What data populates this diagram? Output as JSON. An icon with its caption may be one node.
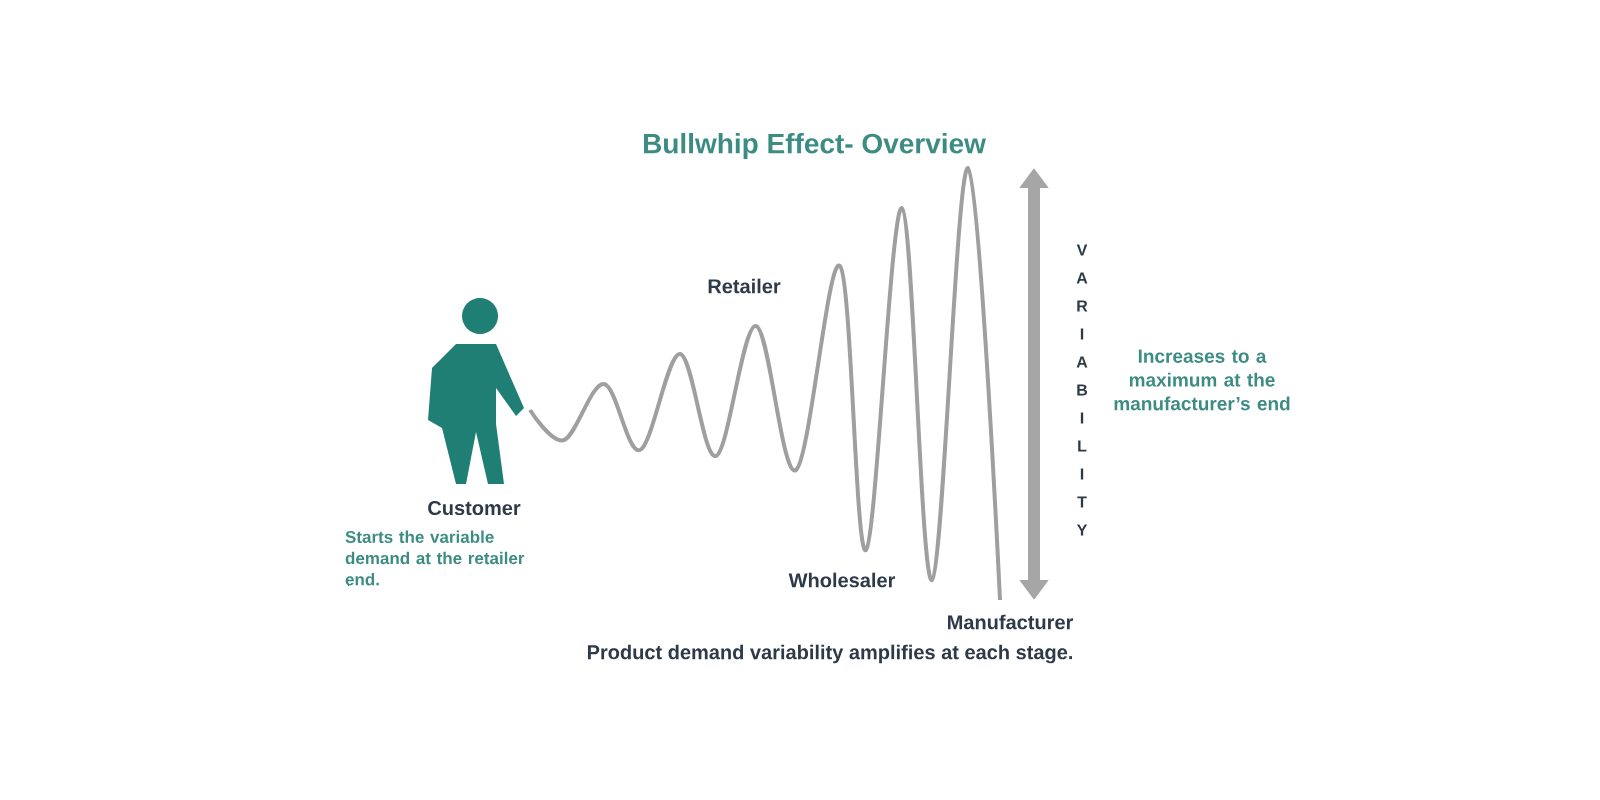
{
  "diagram": {
    "title": "Bullwhip Effect- Overview",
    "caption": "Product demand variability amplifies at each stage.",
    "labels": [
      "Retailer",
      "Customer",
      "Starts the variable demand at the retailer end.",
      "Wholesaler",
      "V A R I A B I L I T Y",
      "Increases to a maximum at the manufacturer’s end",
      "Manufacturer"
    ]
  }
}
